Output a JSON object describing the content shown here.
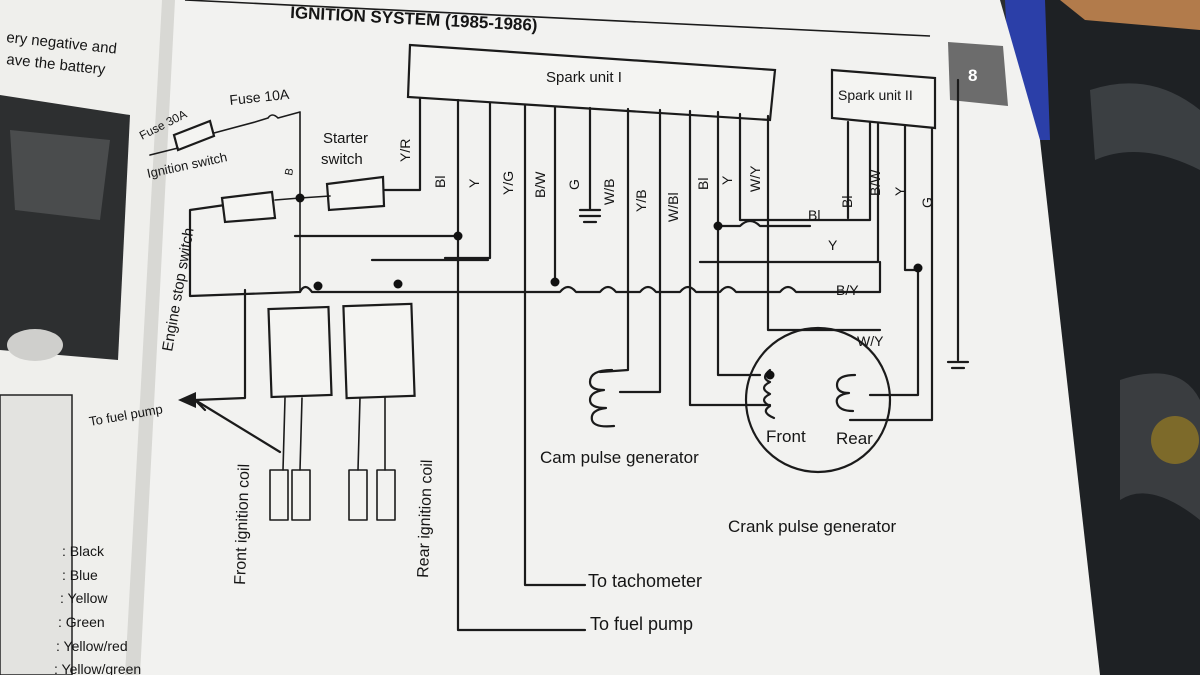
{
  "diagram": {
    "title": "IGNITION SYSTEM (1985-1986)",
    "page_number": "8"
  },
  "left_page": {
    "line1": "ery negative and",
    "line2": "ave the battery"
  },
  "components": {
    "spark_unit_1": "Spark unit I",
    "spark_unit_2": "Spark unit II",
    "fuse_30a": "Fuse 30A",
    "fuse_10a": "Fuse 10A",
    "ignition_switch": "Ignition switch",
    "engine_stop_switch": "Engine stop switch",
    "terminal_b": "B",
    "starter_switch_line1": "Starter",
    "starter_switch_line2": "switch",
    "to_fuel_pump_left": "To fuel pump",
    "front_ignition_coil": "Front ignition coil",
    "rear_ignition_coil": "Rear ignition coil",
    "cam_pulse_generator": "Cam pulse generator",
    "front": "Front",
    "rear": "Rear",
    "crank_pulse_generator": "Crank pulse generator",
    "to_tachometer": "To tachometer",
    "to_fuel_pump": "To fuel pump"
  },
  "wire_labels": {
    "y_r": "Y/R",
    "bl": "Bl",
    "y": "Y",
    "y_g": "Y/G",
    "b_w": "B/W",
    "g": "G",
    "w_b": "W/B",
    "y_b": "Y/B",
    "w_bl": "W/Bl",
    "w_y": "W/Y",
    "b_y": "B/Y"
  },
  "legend": [
    ": Black",
    ": Blue",
    ": Yellow",
    ": Green",
    ": Yellow/red",
    ": Yellow/green"
  ]
}
